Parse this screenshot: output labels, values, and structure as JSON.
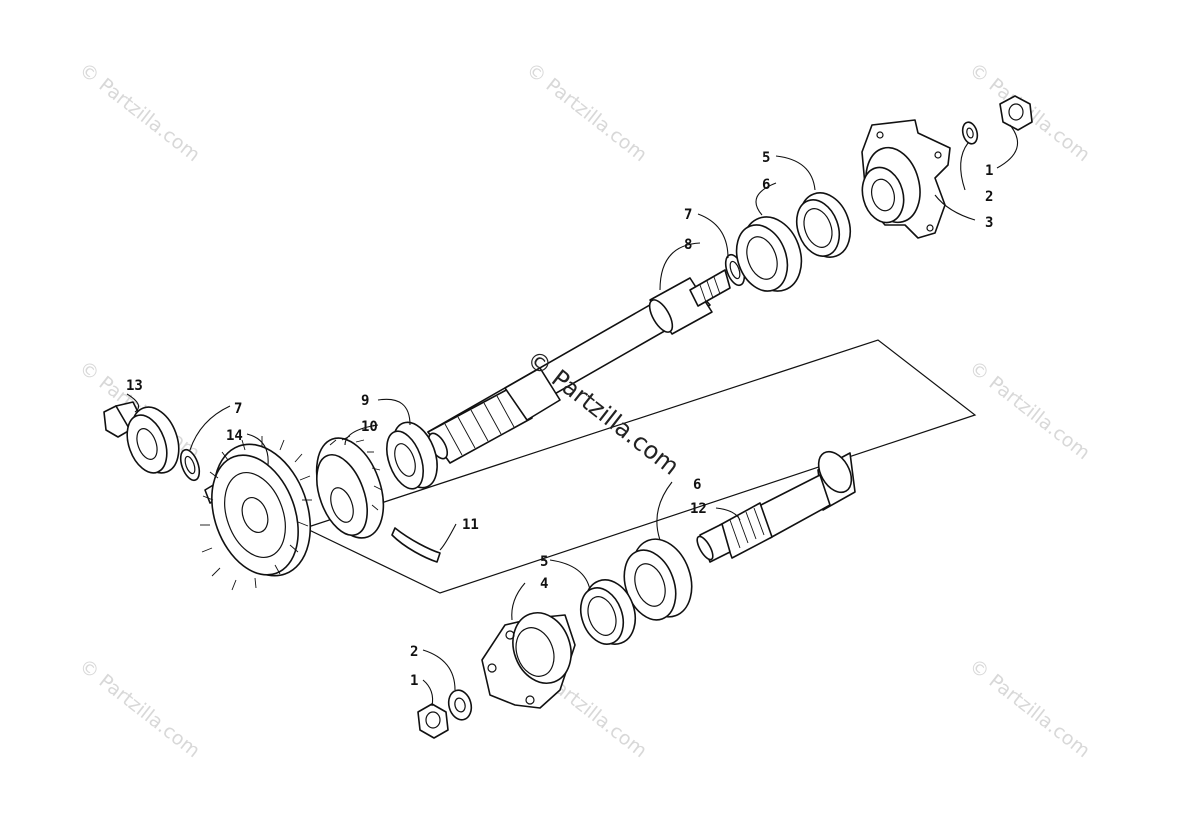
{
  "watermark": {
    "text": "© Partzilla.com",
    "center_text": "© Partzilla.com"
  },
  "callouts": [
    {
      "id": "c1a",
      "label": "1"
    },
    {
      "id": "c2a",
      "label": "2"
    },
    {
      "id": "c3",
      "label": "3"
    },
    {
      "id": "c5a",
      "label": "5"
    },
    {
      "id": "c6a",
      "label": "6"
    },
    {
      "id": "c7a",
      "label": "7"
    },
    {
      "id": "c8",
      "label": "8"
    },
    {
      "id": "c9",
      "label": "9"
    },
    {
      "id": "c10",
      "label": "10"
    },
    {
      "id": "c11",
      "label": "11"
    },
    {
      "id": "c13",
      "label": "13"
    },
    {
      "id": "c7b",
      "label": "7"
    },
    {
      "id": "c14",
      "label": "14"
    },
    {
      "id": "c6b",
      "label": "6"
    },
    {
      "id": "c12",
      "label": "12"
    },
    {
      "id": "c5b",
      "label": "5"
    },
    {
      "id": "c4",
      "label": "4"
    },
    {
      "id": "c2b",
      "label": "2"
    },
    {
      "id": "c1b",
      "label": "1"
    }
  ]
}
